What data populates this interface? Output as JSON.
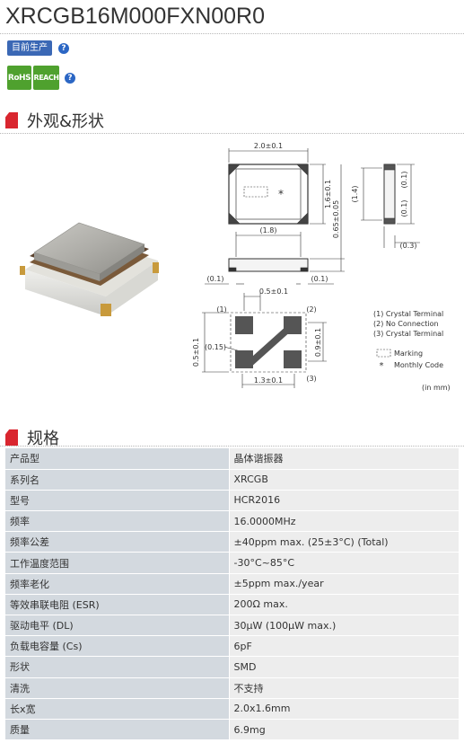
{
  "product": {
    "title": "XRCGB16M000FXN00R0",
    "status": "目前生产",
    "help": "?",
    "certs": [
      "RoHS",
      "REACH"
    ]
  },
  "sections": {
    "shape_title": "外观&形状",
    "spec_title": "规格"
  },
  "drawing": {
    "top_width": "2.0±0.1",
    "top_height": "1.6±0.1",
    "side_height": "(1.4)",
    "side_t1": "(0.1)",
    "side_t2": "(0.1)",
    "side_t3": "(0.3)",
    "front_width": "(1.8)",
    "front_height": "0.65±0.05",
    "front_left": "(0.1)",
    "front_right": "(0.1)",
    "pad_width": "0.5±0.1",
    "pad_height": "0.5±0.1",
    "pad_gap": "(0.15)",
    "pad_pitch_y": "0.9±0.1",
    "pad_pitch_x": "1.3±0.1",
    "pin1": "(1)",
    "pin2": "(2)",
    "pin3": "(3)",
    "marking_star": "*",
    "legend": [
      "(1) Crystal Terminal",
      "(2) No Connection",
      "(3) Crystal Terminal"
    ],
    "legend_marking": "Marking",
    "legend_code": "Monthly Code",
    "unit": "(in mm)"
  },
  "specs": [
    {
      "k": "产品型",
      "v": "晶体谐振器"
    },
    {
      "k": "系列名",
      "v": "XRCGB"
    },
    {
      "k": "型号",
      "v": "HCR2016"
    },
    {
      "k": "频率",
      "v": "16.0000MHz"
    },
    {
      "k": "频率公差",
      "v": "±40ppm max. (25±3°C) (Total)"
    },
    {
      "k": "工作温度范围",
      "v": "-30°C~85°C"
    },
    {
      "k": "频率老化",
      "v": "±5ppm max./year"
    },
    {
      "k": "等效串联电阻 (ESR)",
      "v": "200Ω max."
    },
    {
      "k": "驱动电平 (DL)",
      "v": "30µW (100µW max.)"
    },
    {
      "k": "负载电容量 (Cs)",
      "v": "6pF"
    },
    {
      "k": "形状",
      "v": "SMD"
    },
    {
      "k": "清洗",
      "v": "不支持"
    },
    {
      "k": "长x宽",
      "v": "2.0x1.6mm"
    },
    {
      "k": "质量",
      "v": "6.9mg"
    }
  ]
}
